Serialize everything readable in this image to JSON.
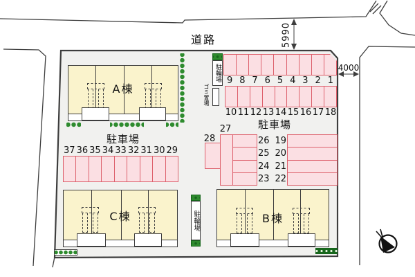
{
  "colors": {
    "site": "#f1f1ef",
    "line": "#3d3d3d",
    "building": "#faf3cc",
    "pink": "#fbdfe3",
    "red": "#dd5f6b",
    "green": "#2e8b2e",
    "greendark": "#17661c"
  },
  "labels": {
    "road": "道路",
    "parking_lot": "駐車場",
    "bicycle_parking": "駐輪場",
    "garbage_area": "ゴミ置場"
  },
  "buildings": {
    "a": "A棟",
    "b": "B棟",
    "c": "C棟"
  },
  "dimensions": {
    "road_width": "5990",
    "east_gap": "4000"
  },
  "parking": {
    "row_top": [
      "9",
      "8",
      "7",
      "6",
      "5",
      "4",
      "3",
      "2",
      "1"
    ],
    "row_second": [
      "10",
      "11",
      "12",
      "13",
      "14",
      "15",
      "16",
      "17",
      "18"
    ],
    "row_left": [
      "37",
      "36",
      "35",
      "34",
      "33",
      "32",
      "31",
      "30",
      "29"
    ],
    "space_27": "27",
    "space_28": "28",
    "middle_rows": [
      {
        "left": "26",
        "right": "19"
      },
      {
        "left": "25",
        "right": "20"
      },
      {
        "left": "24",
        "right": "21"
      },
      {
        "left": "23",
        "right": "22"
      }
    ]
  }
}
